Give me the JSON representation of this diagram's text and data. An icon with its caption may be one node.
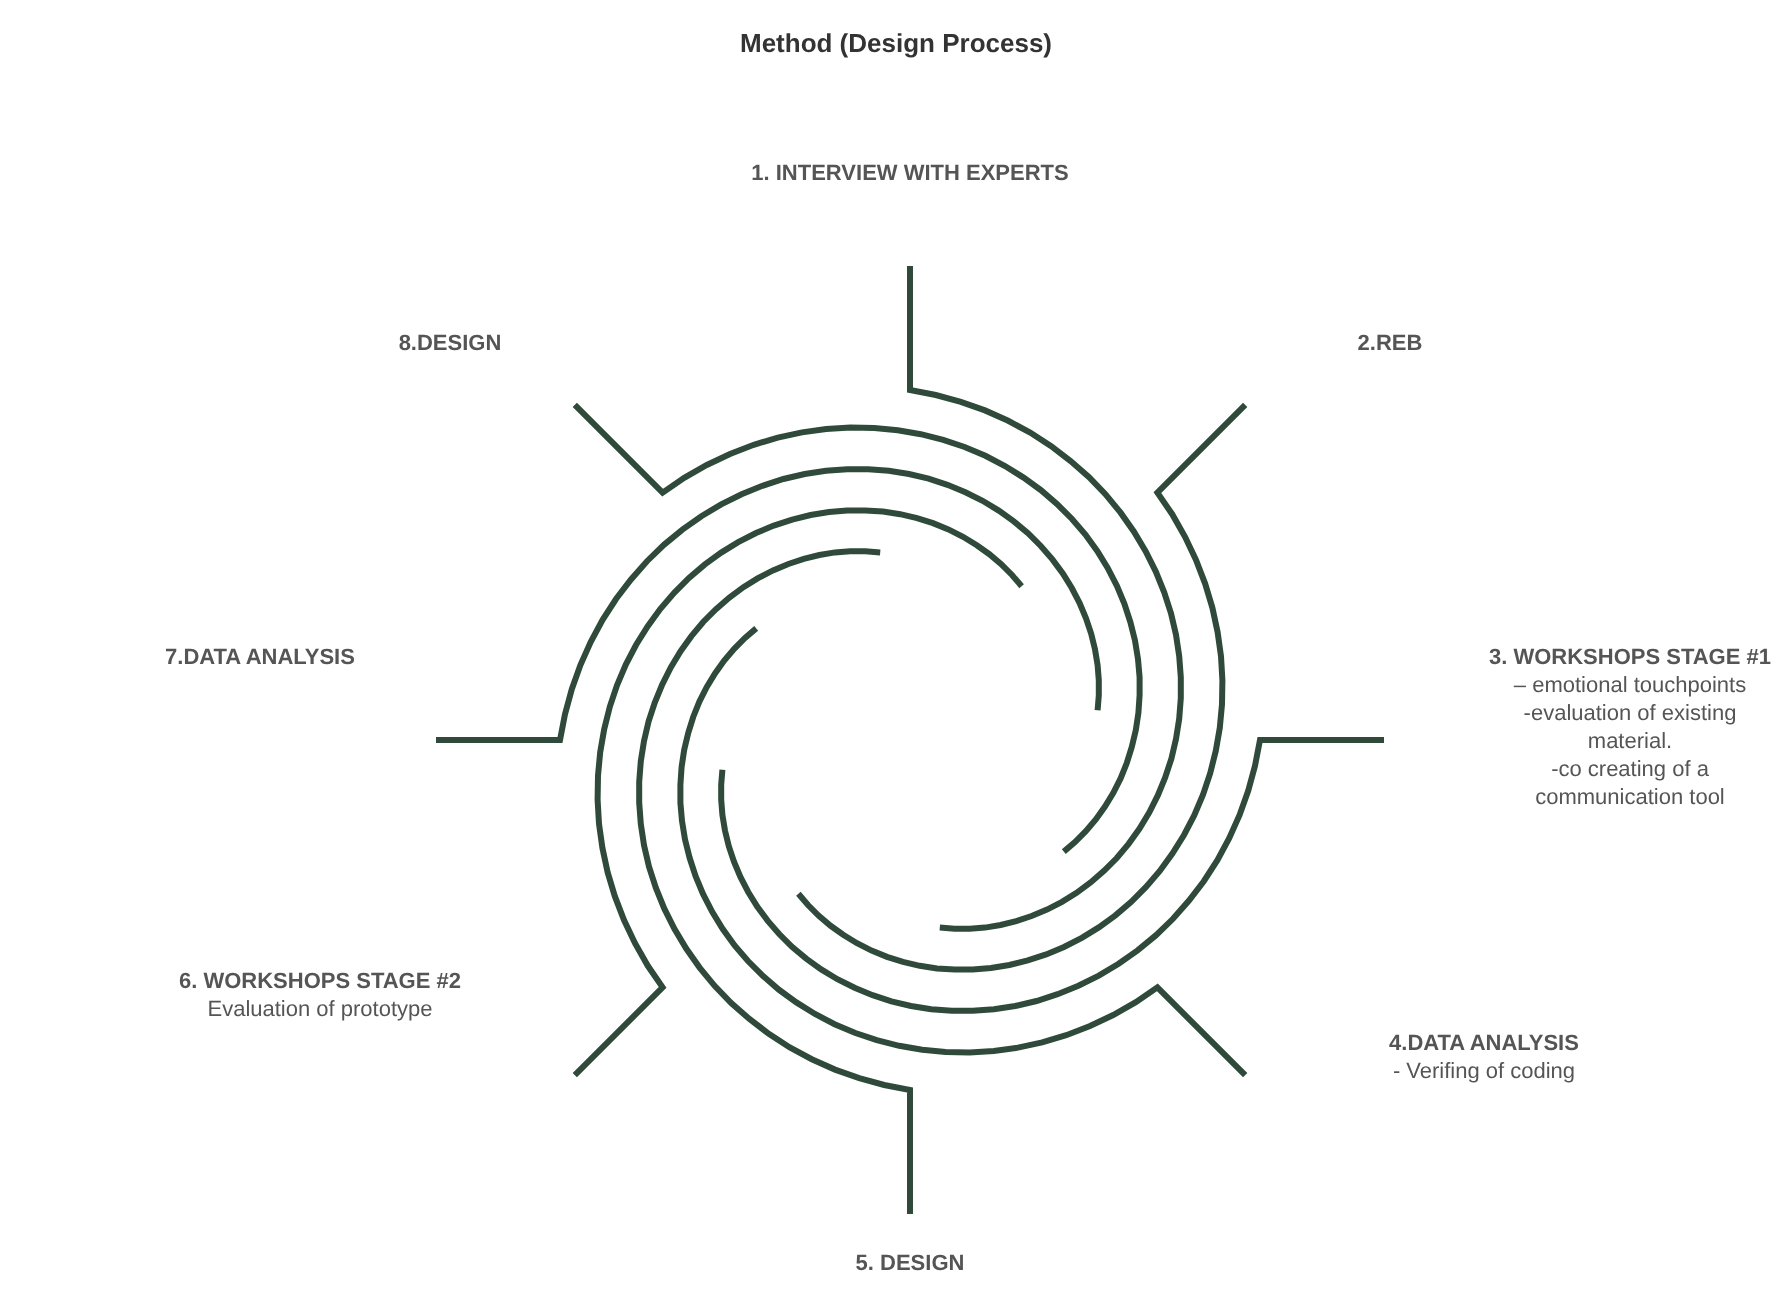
{
  "diagram": {
    "title": "Method (Design Process)",
    "labels": [
      "1. INTERVIEW WITH EXPERTS",
      "8.DESIGN",
      "2.REB",
      "7.DATA ANALYSIS",
      "3. WORKSHOPS STAGE #1",
      "– emotional touchpoints",
      "-evaluation of existing material.",
      "-co creating of a communication tool",
      "6. WORKSHOPS STAGE #2",
      "Evaluation of prototype",
      "4.DATA ANALYSIS",
      "- Verifing of coding",
      "5. DESIGN"
    ]
  }
}
